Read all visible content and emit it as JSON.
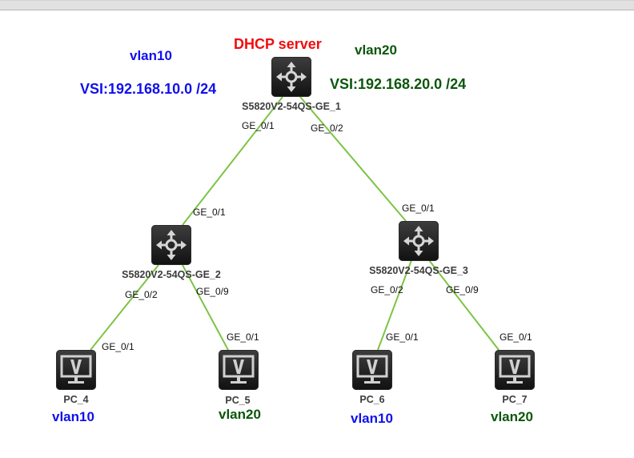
{
  "colors": {
    "link": "#7cc444",
    "vlan10": "#1010ee",
    "vlan20": "#0b560b",
    "dhcp": "#f20c0c"
  },
  "annotations": {
    "dhcp_server": "DHCP server",
    "left_vlan": "vlan10",
    "left_vsi": "VSI:192.168.10.0 /24",
    "right_vlan": "vlan20",
    "right_vsi": "VSI:192.168.20.0 /24"
  },
  "devices": {
    "sw1": {
      "name": "S5820V2-54QS-GE_1",
      "icon": "switch-icon"
    },
    "sw2": {
      "name": "S5820V2-54QS-GE_2",
      "icon": "switch-icon"
    },
    "sw3": {
      "name": "S5820V2-54QS-GE_3",
      "icon": "switch-icon"
    },
    "pc4": {
      "name": "PC_4",
      "vlan": "vlan10",
      "icon": "pc-icon"
    },
    "pc5": {
      "name": "PC_5",
      "vlan": "vlan20",
      "icon": "pc-icon"
    },
    "pc6": {
      "name": "PC_6",
      "vlan": "vlan10",
      "icon": "pc-icon"
    },
    "pc7": {
      "name": "PC_7",
      "vlan": "vlan20",
      "icon": "pc-icon"
    }
  },
  "links": [
    {
      "from": "sw1",
      "from_port": "GE_0/1",
      "to": "sw2",
      "to_port": "GE_0/1"
    },
    {
      "from": "sw1",
      "from_port": "GE_0/2",
      "to": "sw3",
      "to_port": "GE_0/1"
    },
    {
      "from": "sw2",
      "from_port": "GE_0/2",
      "to": "pc4",
      "to_port": "GE_0/1"
    },
    {
      "from": "sw2",
      "from_port": "GE_0/9",
      "to": "pc5",
      "to_port": "GE_0/1"
    },
    {
      "from": "sw3",
      "from_port": "GE_0/2",
      "to": "pc6",
      "to_port": "GE_0/1"
    },
    {
      "from": "sw3",
      "from_port": "GE_0/9",
      "to": "pc7",
      "to_port": "GE_0/1"
    }
  ]
}
